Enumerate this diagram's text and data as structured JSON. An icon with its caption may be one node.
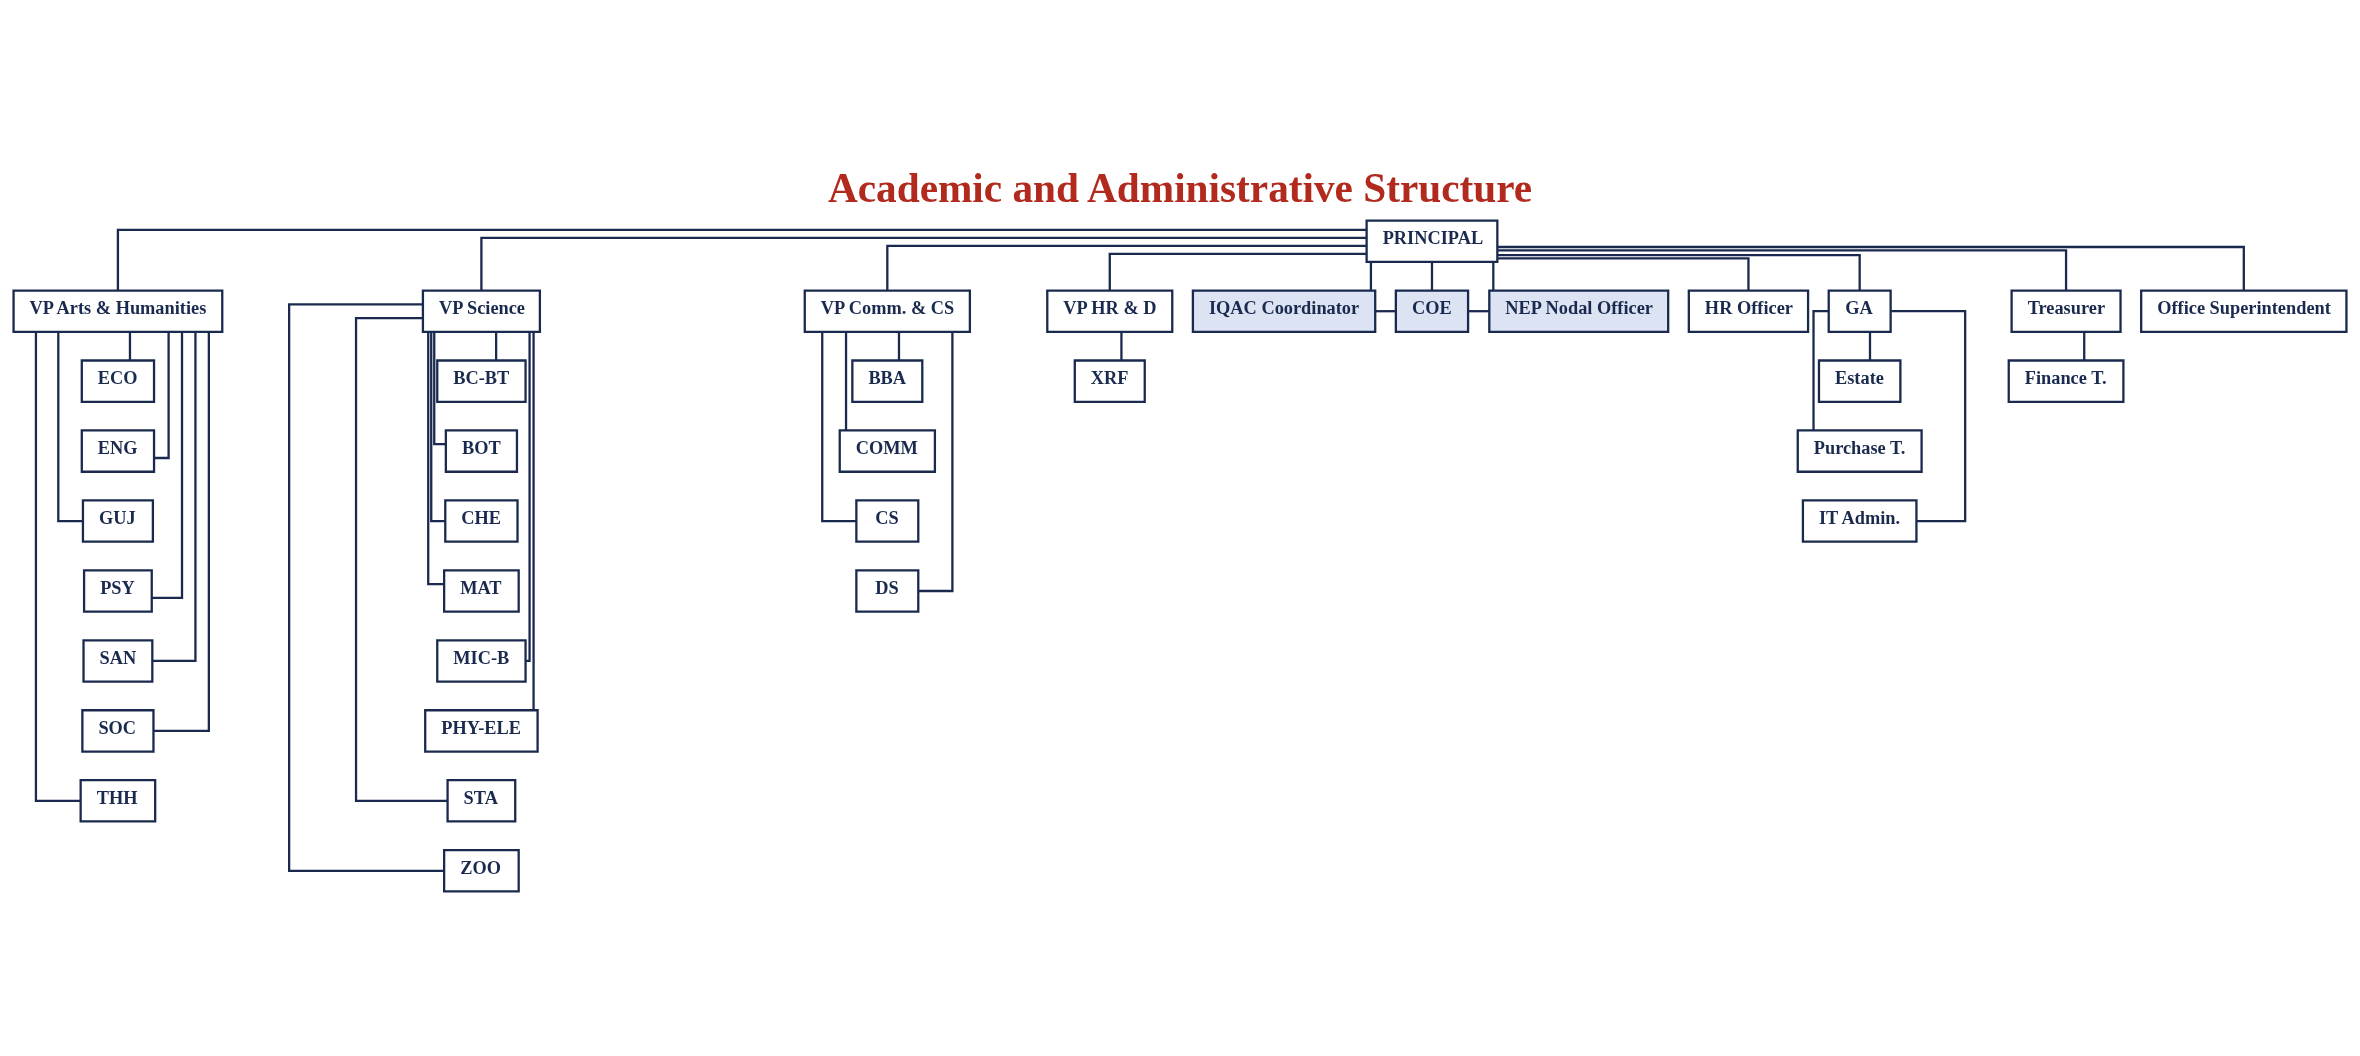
{
  "diagram": {
    "title": "Academic and Administrative Structure",
    "nodes": [
      {
        "text": [
          "PRINCIPAL"
        ]
      },
      {
        "text": [
          "VP Arts & Humanities"
        ]
      },
      {
        "text": [
          "VP Science"
        ]
      },
      {
        "text": [
          "VP Comm. & CS"
        ]
      },
      {
        "text": [
          "VP HR & D"
        ]
      },
      {
        "text": [
          "IQAC Coordinator"
        ]
      },
      {
        "text": [
          "COE"
        ]
      },
      {
        "text": [
          "NEP Nodal Officer"
        ]
      },
      {
        "text": [
          "HR Officer"
        ]
      },
      {
        "text": [
          "GA"
        ]
      },
      {
        "text": [
          "Treasurer"
        ]
      },
      {
        "text": [
          "Office Superintendent"
        ]
      },
      {
        "text": [
          "ECO"
        ]
      },
      {
        "text": [
          "ENG"
        ]
      },
      {
        "text": [
          "GUJ"
        ]
      },
      {
        "text": [
          "PSY"
        ]
      },
      {
        "text": [
          "SAN"
        ]
      },
      {
        "text": [
          "SOC"
        ]
      },
      {
        "text": [
          "THH"
        ]
      },
      {
        "text": [
          "BC-BT"
        ]
      },
      {
        "text": [
          "BOT"
        ]
      },
      {
        "text": [
          "CHE"
        ]
      },
      {
        "text": [
          "MAT"
        ]
      },
      {
        "text": [
          "MIC-B"
        ]
      },
      {
        "text": [
          "PHY-ELE"
        ]
      },
      {
        "text": [
          "STA"
        ]
      },
      {
        "text": [
          "ZOO"
        ]
      },
      {
        "text": [
          "BBA"
        ]
      },
      {
        "text": [
          "COMM"
        ]
      },
      {
        "text": [
          "CS"
        ]
      },
      {
        "text": [
          "DS"
        ]
      },
      {
        "text": [
          "XRF"
        ]
      },
      {
        "text": [
          "Estate"
        ]
      },
      {
        "text": [
          "Purchase T."
        ]
      },
      {
        "text": [
          "IT Admin."
        ]
      },
      {
        "text": [
          "Finance T."
        ]
      }
    ],
    "edges": [
      {
        "from": 0,
        "to": 1,
        "arrow": "none"
      },
      {
        "from": 0,
        "to": 2,
        "arrow": "none"
      },
      {
        "from": 0,
        "to": 3,
        "arrow": "none"
      },
      {
        "from": 0,
        "to": 4,
        "arrow": "none"
      },
      {
        "from": 0,
        "to": 5,
        "arrow": "none"
      },
      {
        "from": 0,
        "to": 6,
        "arrow": "none"
      },
      {
        "from": 0,
        "to": 7,
        "arrow": "none"
      },
      {
        "from": 0,
        "to": 8,
        "arrow": "none"
      },
      {
        "from": 0,
        "to": 9,
        "arrow": "none"
      },
      {
        "from": 0,
        "to": 10,
        "arrow": "none"
      },
      {
        "from": 0,
        "to": 11,
        "arrow": "none"
      },
      {
        "from": 5,
        "to": 6,
        "arrow": "none"
      },
      {
        "from": 6,
        "to": 7,
        "arrow": "none"
      },
      {
        "from": 1,
        "to": 12,
        "arrow": "none"
      },
      {
        "from": 1,
        "to": 13,
        "arrow": "none"
      },
      {
        "from": 1,
        "to": 14,
        "arrow": "none"
      },
      {
        "from": 1,
        "to": 15,
        "arrow": "none"
      },
      {
        "from": 1,
        "to": 16,
        "arrow": "none"
      },
      {
        "from": 1,
        "to": 17,
        "arrow": "none"
      },
      {
        "from": 1,
        "to": 18,
        "arrow": "none"
      },
      {
        "from": 2,
        "to": 19,
        "arrow": "none"
      },
      {
        "from": 2,
        "to": 20,
        "arrow": "none"
      },
      {
        "from": 2,
        "to": 21,
        "arrow": "none"
      },
      {
        "from": 2,
        "to": 22,
        "arrow": "none"
      },
      {
        "from": 2,
        "to": 23,
        "arrow": "none"
      },
      {
        "from": 2,
        "to": 24,
        "arrow": "none"
      },
      {
        "from": 2,
        "to": 25,
        "arrow": "none"
      },
      {
        "from": 2,
        "to": 26,
        "arrow": "none"
      },
      {
        "from": 3,
        "to": 27,
        "arrow": "none"
      },
      {
        "from": 3,
        "to": 28,
        "arrow": "none"
      },
      {
        "from": 3,
        "to": 29,
        "arrow": "none"
      },
      {
        "from": 3,
        "to": 30,
        "arrow": "none"
      },
      {
        "from": 4,
        "to": 31,
        "arrow": "none"
      },
      {
        "from": 9,
        "to": 32,
        "arrow": "none"
      },
      {
        "from": 9,
        "to": 33,
        "arrow": "none"
      },
      {
        "from": 9,
        "to": 34,
        "arrow": "none"
      },
      {
        "from": 10,
        "to": 35,
        "arrow": "none"
      }
    ]
  }
}
